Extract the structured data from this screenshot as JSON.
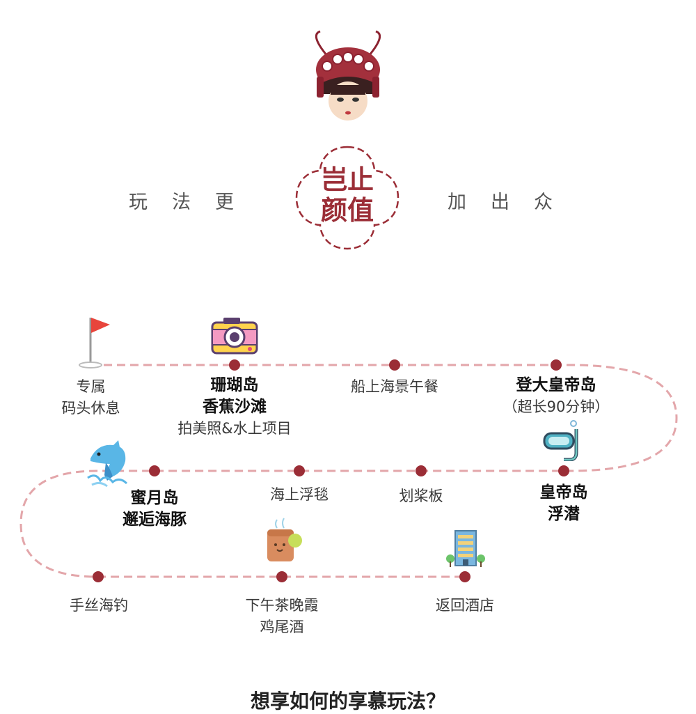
{
  "tagline": {
    "left": [
      "玩",
      "法",
      "更"
    ],
    "right": [
      "加",
      "出",
      "众"
    ]
  },
  "badge": {
    "line1": "岂止",
    "line2": "颜值"
  },
  "stops": [
    {
      "id": "pier",
      "lines": [
        "专属",
        "码头休息"
      ],
      "bold": false,
      "icon": "golf-flag-icon"
    },
    {
      "id": "coral",
      "lines": [
        "珊瑚岛",
        "香蕉沙滩",
        "拍美照&水上项目"
      ],
      "bold_count": 2,
      "icon": "camera-icon"
    },
    {
      "id": "lunch",
      "lines": [
        "船上海景午餐"
      ],
      "bold_count": 0,
      "icon": ""
    },
    {
      "id": "emperor-land",
      "lines": [
        "登大皇帝岛",
        "（超长90分钟）"
      ],
      "bold_count": 1,
      "icon": ""
    },
    {
      "id": "emperor-snorkel",
      "lines": [
        "皇帝岛",
        "浮潜"
      ],
      "bold_count": 2,
      "icon": "snorkel-mask-icon"
    },
    {
      "id": "paddle",
      "lines": [
        "划桨板"
      ],
      "bold_count": 0,
      "icon": ""
    },
    {
      "id": "float",
      "lines": [
        "海上浮毯"
      ],
      "bold_count": 0,
      "icon": ""
    },
    {
      "id": "honeymoon",
      "lines": [
        "蜜月岛",
        "邂逅海豚"
      ],
      "bold_count": 2,
      "icon": "dolphin-icon"
    },
    {
      "id": "fishing",
      "lines": [
        "手丝海钓"
      ],
      "bold_count": 0,
      "icon": ""
    },
    {
      "id": "tea",
      "lines": [
        "下午茶晚霞",
        "鸡尾酒"
      ],
      "bold_count": 0,
      "icon": "tea-mug-icon"
    },
    {
      "id": "hotel",
      "lines": [
        "返回酒店"
      ],
      "bold_count": 0,
      "icon": "hotel-building-icon"
    }
  ],
  "colors": {
    "accent": "#9b2d36",
    "route": "#e3a6aa",
    "dot": "#9b2d36"
  },
  "footer": {
    "partial_text": "想享如何的享慕玩法？"
  }
}
